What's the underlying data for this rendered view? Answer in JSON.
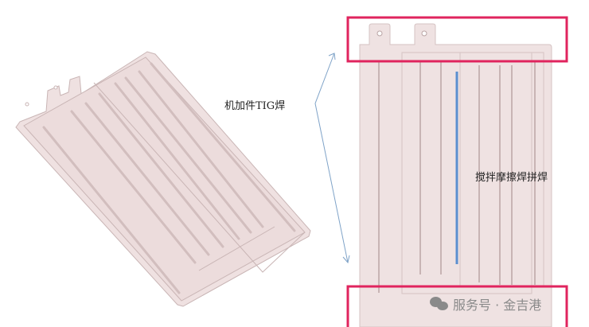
{
  "labels": {
    "left_process": "机加件TIG焊",
    "right_process": "搅拌摩擦焊拼焊"
  },
  "watermark": {
    "icon": "wechat-icon",
    "text": "服务号 · 金吉港"
  },
  "colors": {
    "plate": "#efe1e1",
    "highlight_box": "#e0245e",
    "weld_line": "#5b8fd0",
    "arrow": "#7fa3c8"
  }
}
